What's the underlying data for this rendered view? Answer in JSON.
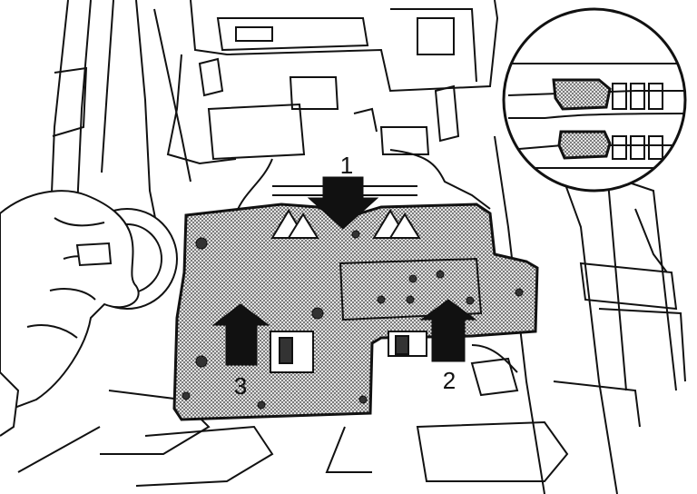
{
  "labels": {
    "step1": "1",
    "step2": "2",
    "step3": "3"
  },
  "colors": {
    "line": "#111111",
    "pad_fill": "#c9c9c9",
    "background": "#ffffff",
    "arrow": "#111111"
  },
  "icons": {
    "step1_arrow": "arrow-down-icon",
    "step2_arrow": "arrow-up-icon",
    "step3_arrow": "arrow-up-icon",
    "detail_view": "magnifier-circle-icon"
  }
}
